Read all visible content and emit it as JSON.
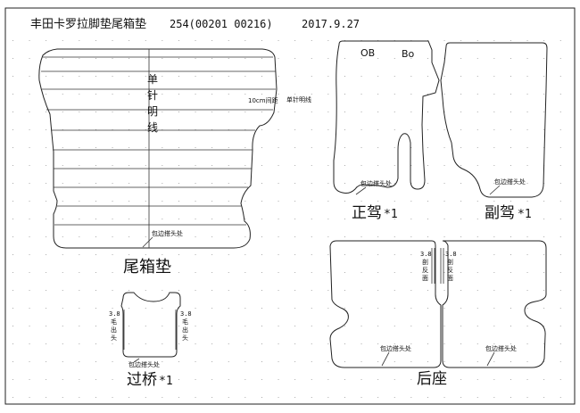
{
  "header": {
    "title": "丰田卡罗拉脚垫尾箱垫",
    "code": "254(00201 00216)",
    "date": "2017.9.27"
  },
  "trunk_mat": {
    "label": "尾箱垫",
    "center_text": [
      "单",
      "针",
      "明",
      "线"
    ],
    "spacing_note": "10cm间距",
    "stitch_note": "单针明线",
    "edge_note": "包边搭头处"
  },
  "driver_mat": {
    "label": "正驾",
    "qty": "*1",
    "hole_b": "OB",
    "hole_bo": "Bo",
    "edge_note": "包边搭头处"
  },
  "passenger_mat": {
    "label": "副驾",
    "qty": "*1",
    "edge_note": "包边搭头处"
  },
  "bridge_mat": {
    "label": "过桥",
    "qty": "*1",
    "left_note": [
      "3.8",
      "毛",
      "出",
      "头"
    ],
    "right_note": [
      "3.8",
      "毛",
      "出",
      "头"
    ],
    "edge_note": "包边搭头处"
  },
  "rear_mat": {
    "label": "后座",
    "left_note": [
      "3.8",
      "剖",
      "反",
      "面"
    ],
    "right_note": [
      "3.8",
      "剖",
      "反",
      "面"
    ],
    "left_edge_note": "包边搭头处",
    "right_edge_note": "包边搭头处"
  },
  "colors": {
    "line": "#222222",
    "grid_dot": "#9a9a9a",
    "background": "#ffffff"
  }
}
